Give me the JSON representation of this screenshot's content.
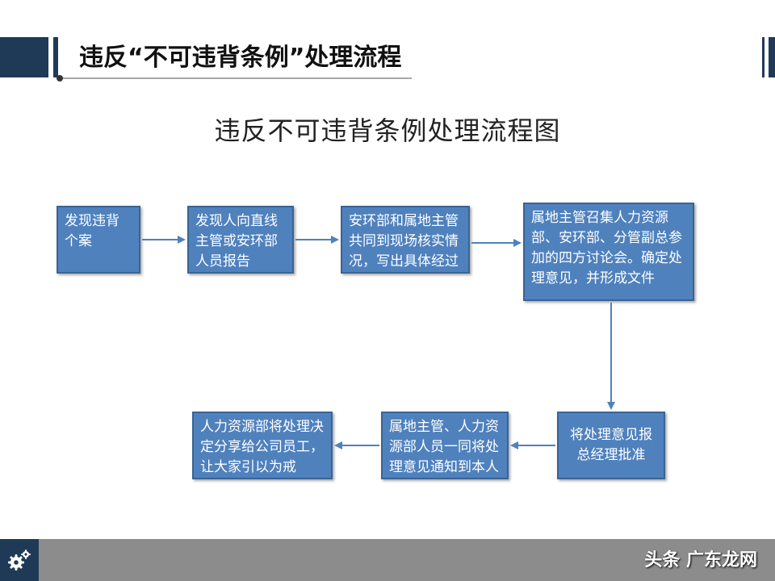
{
  "slide": {
    "title": "违反“不可违背条例”处理流程"
  },
  "diagram": {
    "title": "违反不可违背条例处理流程图",
    "nodes": [
      {
        "id": "n1",
        "text": "发现违背个案"
      },
      {
        "id": "n2",
        "text": "发现人向直线主管或安环部人员报告"
      },
      {
        "id": "n3",
        "text": "安环部和属地主管共同到现场核实情况，写出具体经过"
      },
      {
        "id": "n4",
        "text": "属地主管召集人力资源部、安环部、分管副总参加的四方讨论会。确定处理意见，并形成文件"
      },
      {
        "id": "n5",
        "text": "将处理意见报总经理批准"
      },
      {
        "id": "n6",
        "text": "属地主管、人力资源部人员一同将处理意见通知到本人"
      },
      {
        "id": "n7",
        "text": "人力资源部将处理决定分享给公司员工，让大家引以为戒"
      }
    ],
    "edges": [
      {
        "from": "n1",
        "to": "n2"
      },
      {
        "from": "n2",
        "to": "n3"
      },
      {
        "from": "n3",
        "to": "n4"
      },
      {
        "from": "n4",
        "to": "n5"
      },
      {
        "from": "n5",
        "to": "n6"
      },
      {
        "from": "n6",
        "to": "n7"
      }
    ]
  },
  "colors": {
    "box_fill": "#4f81bd",
    "box_border": "#3a6493",
    "arrow": "#4f81bd",
    "accent_dark": "#1f3a57",
    "footer": "#8c8c8c"
  },
  "footer": {
    "icon": "gear-icon",
    "watermark": "头条 广东龙网"
  }
}
